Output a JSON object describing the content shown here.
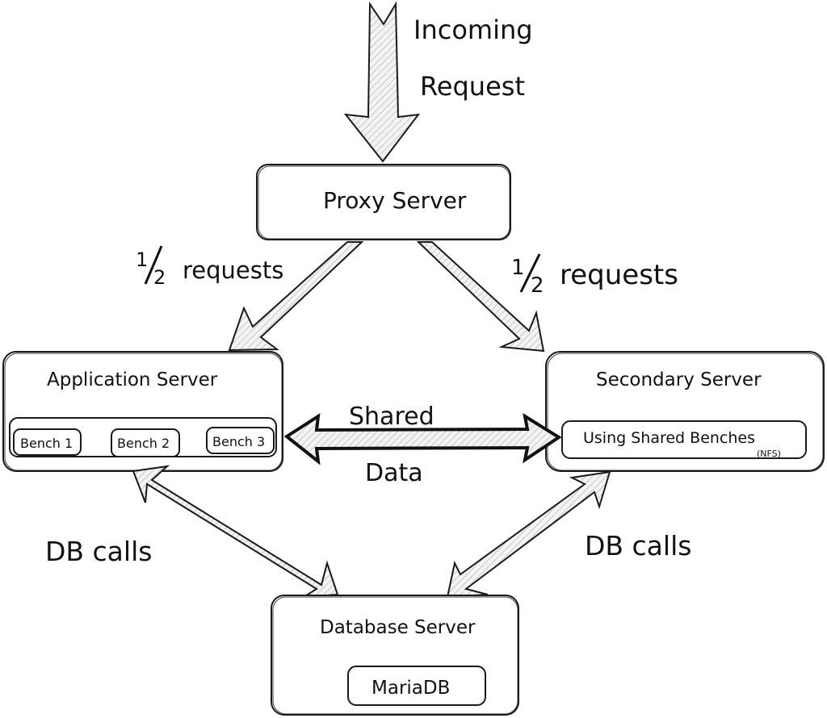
{
  "incoming": {
    "line1": "Incoming",
    "line2": "Request"
  },
  "proxy": {
    "title": "Proxy Server"
  },
  "split_left": {
    "fraction_num": "1",
    "fraction_den": "2",
    "text": "requests"
  },
  "split_right": {
    "fraction_num": "1",
    "fraction_den": "2",
    "text": "requests"
  },
  "app_server": {
    "title": "Application Server",
    "benches": [
      "Bench 1",
      "Bench 2",
      "Bench 3"
    ]
  },
  "secondary_server": {
    "title": "Secondary Server",
    "inner": "Using Shared Benches",
    "inner_note": "(NFS)"
  },
  "shared_data": {
    "line1": "Shared",
    "line2": "Data"
  },
  "db_calls_left": "DB calls",
  "db_calls_right": "DB calls",
  "database_server": {
    "title": "Database Server",
    "engine": "MariaDB"
  },
  "colors": {
    "stroke": "#1a1a1a",
    "hatch": "#bbbbbb",
    "background": "#ffffff"
  }
}
